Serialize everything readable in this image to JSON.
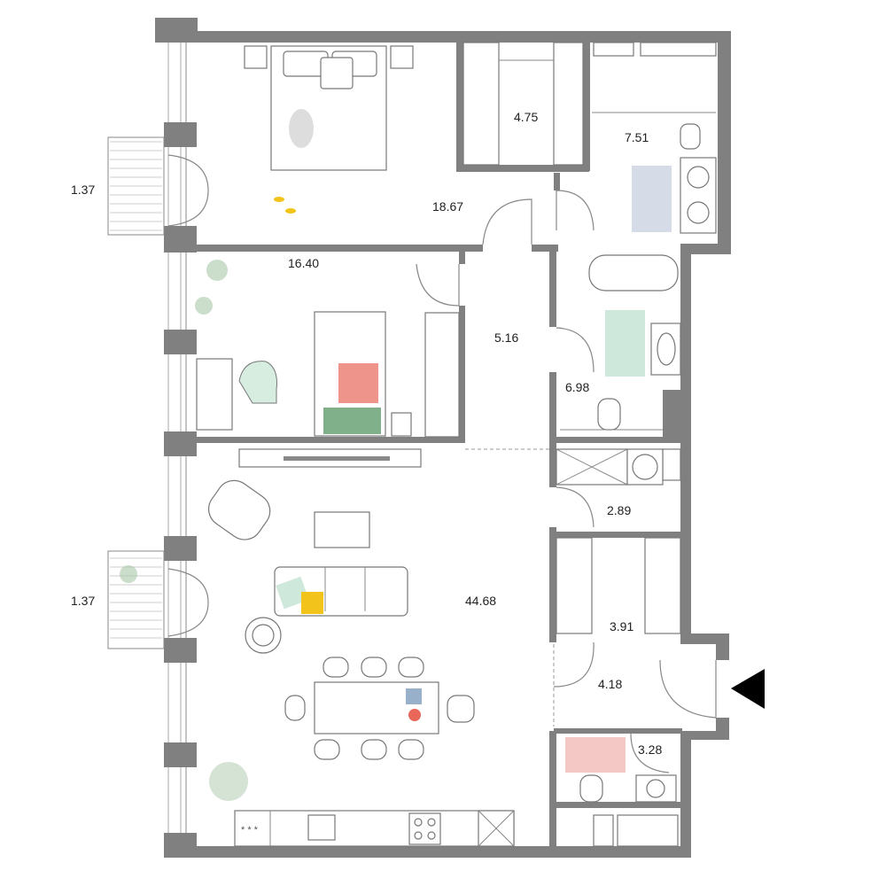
{
  "plan": {
    "rooms": [
      {
        "id": "bedroom-master",
        "area": "18.67"
      },
      {
        "id": "wardrobe-1",
        "area": "4.75"
      },
      {
        "id": "bathroom-1",
        "area": "7.51"
      },
      {
        "id": "bedroom-2",
        "area": "16.40"
      },
      {
        "id": "hall-1",
        "area": "5.16"
      },
      {
        "id": "bathroom-2",
        "area": "6.98"
      },
      {
        "id": "utility",
        "area": "2.89"
      },
      {
        "id": "living-kitchen",
        "area": "44.68"
      },
      {
        "id": "wardrobe-2",
        "area": "3.91"
      },
      {
        "id": "entrance-hall",
        "area": "4.18"
      },
      {
        "id": "wc",
        "area": "3.28"
      }
    ],
    "balconies": [
      {
        "id": "balcony-top",
        "area": "1.37"
      },
      {
        "id": "balcony-bottom",
        "area": "1.37"
      }
    ],
    "entrance_marker": "entrance-arrow-icon",
    "colors": {
      "wall": "#808080",
      "slippers": "#f2c31a",
      "rug": "#a9d6bf",
      "accent_red": "#e8675a"
    }
  }
}
